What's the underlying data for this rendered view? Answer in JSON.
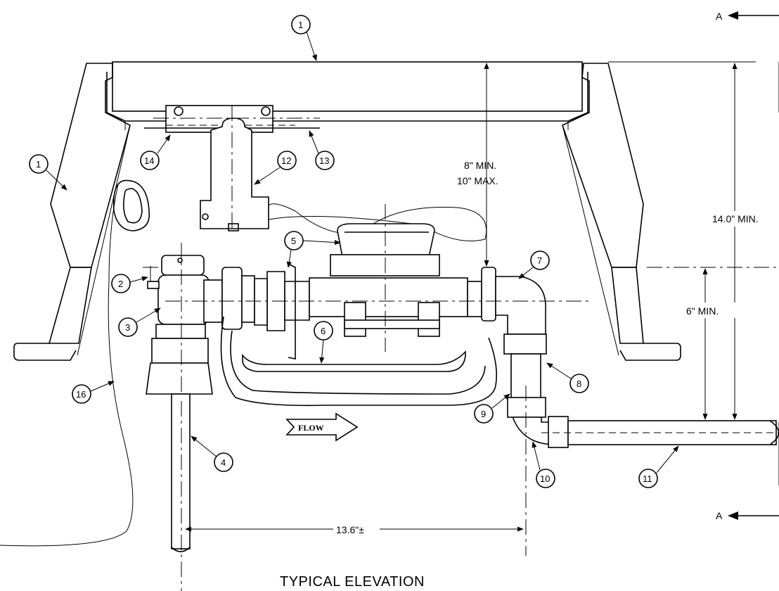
{
  "title": "TYPICAL ELEVATION",
  "section_marks": [
    "A",
    "A"
  ],
  "dimensions": {
    "cover_depth_min": "8\" MIN.",
    "cover_depth_max": "10\" MAX.",
    "overall_depth": "14.0\" MIN.",
    "pipe_depth": "6\" MIN.",
    "setter_length": "13.6\"±"
  },
  "flow_label": "FLOW",
  "callouts": [
    "1",
    "1",
    "2",
    "3",
    "4",
    "5",
    "6",
    "7",
    "8",
    "9",
    "10",
    "11",
    "12",
    "13",
    "14",
    "16"
  ]
}
